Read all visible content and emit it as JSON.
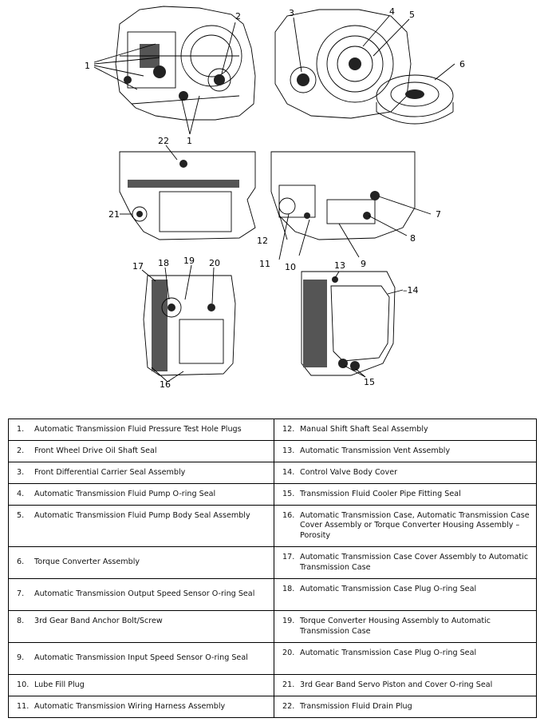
{
  "callouts": [
    {
      "id": "1",
      "label": "1"
    },
    {
      "id": "1b",
      "label": "1"
    },
    {
      "id": "2",
      "label": "2"
    },
    {
      "id": "3",
      "label": "3"
    },
    {
      "id": "4",
      "label": "4"
    },
    {
      "id": "5",
      "label": "5"
    },
    {
      "id": "6",
      "label": "6"
    },
    {
      "id": "7",
      "label": "7"
    },
    {
      "id": "8",
      "label": "8"
    },
    {
      "id": "9",
      "label": "9"
    },
    {
      "id": "10",
      "label": "10"
    },
    {
      "id": "11",
      "label": "11"
    },
    {
      "id": "12",
      "label": "12"
    },
    {
      "id": "13",
      "label": "13"
    },
    {
      "id": "14",
      "label": "–14"
    },
    {
      "id": "15",
      "label": "15"
    },
    {
      "id": "16",
      "label": "16"
    },
    {
      "id": "17",
      "label": "17"
    },
    {
      "id": "18",
      "label": "18"
    },
    {
      "id": "19",
      "label": "19"
    },
    {
      "id": "20",
      "label": "20"
    },
    {
      "id": "21",
      "label": "21"
    },
    {
      "id": "22",
      "label": "22"
    }
  ],
  "legend": {
    "rows": [
      {
        "left": {
          "num": "1.",
          "text": "Automatic Transmission Fluid Pressure Test Hole Plugs"
        },
        "right": {
          "num": "12.",
          "text": "Manual Shift Shaft Seal Assembly"
        }
      },
      {
        "left": {
          "num": "2.",
          "text": "Front Wheel Drive Oil Shaft Seal"
        },
        "right": {
          "num": "13.",
          "text": "Automatic Transmission Vent Assembly"
        }
      },
      {
        "left": {
          "num": "3.",
          "text": "Front Differential Carrier Seal Assembly"
        },
        "right": {
          "num": "14.",
          "text": "Control Valve Body Cover"
        }
      },
      {
        "left": {
          "num": "4.",
          "text": "Automatic Transmission Fluid Pump O-ring Seal"
        },
        "right": {
          "num": "15.",
          "text": "Transmission Fluid Cooler Pipe Fitting Seal"
        }
      },
      {
        "left": {
          "num": "5.",
          "text": "Automatic Transmission Fluid Pump Body Seal Assembly"
        },
        "right": {
          "num": "16.",
          "text": "Automatic Transmission Case, Automatic Transmission Case Cover Assembly or Torque Converter Housing Assembly – Porosity"
        }
      },
      {
        "left": {
          "num": "6.",
          "text": "Torque Converter Assembly"
        },
        "right": {
          "num": "17.",
          "text": "Automatic Transmission Case Cover Assembly to Automatic Transmission Case"
        }
      },
      {
        "left": {
          "num": "7.",
          "text": "Automatic Transmission Output Speed Sensor O-ring Seal"
        },
        "right": {
          "num": "18.",
          "text": "Automatic Transmission Case Plug O-ring Seal"
        }
      },
      {
        "left": {
          "num": "8.",
          "text": "3rd Gear Band Anchor Bolt/Screw"
        },
        "right": {
          "num": "19.",
          "text": "Torque Converter Housing Assembly to Automatic Transmission Case"
        }
      },
      {
        "left": {
          "num": "9.",
          "text": "Automatic Transmission Input Speed Sensor O-ring Seal"
        },
        "right": {
          "num": "20.",
          "text": "Automatic Transmission Case Plug O-ring Seal"
        }
      },
      {
        "left": {
          "num": "10.",
          "text": "Lube Fill Plug"
        },
        "right": {
          "num": "21.",
          "text": "3rd Gear Band Servo Piston and Cover O-ring Seal"
        }
      },
      {
        "left": {
          "num": "11.",
          "text": "Automatic Transmission Wiring Harness Assembly"
        },
        "right": {
          "num": "22.",
          "text": "Transmission Fluid Drain Plug"
        }
      }
    ]
  }
}
